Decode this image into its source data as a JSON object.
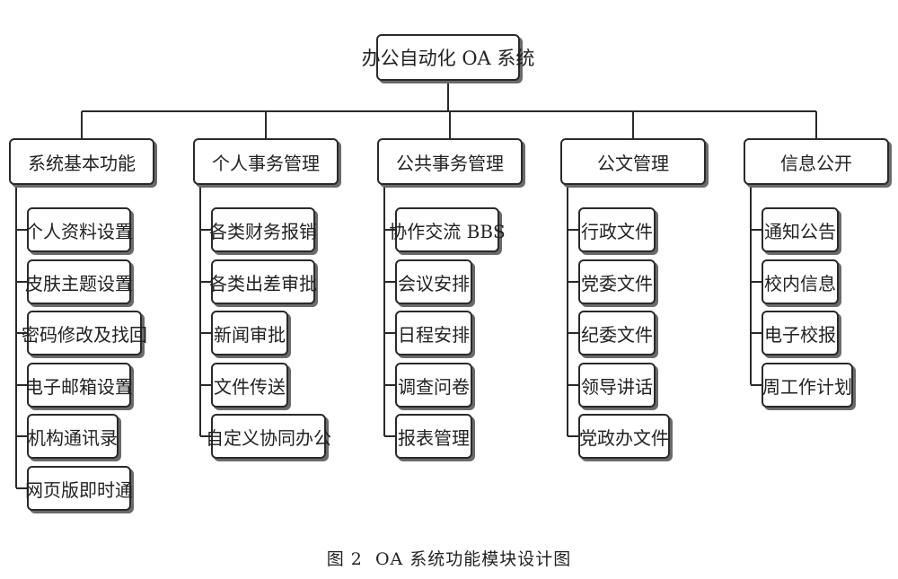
{
  "root": {
    "label": "办公自动化 OA 系统"
  },
  "modules": [
    {
      "label": "系统基本功能",
      "items": [
        "个人资料设置",
        "皮肤主题设置",
        "密码修改及找回",
        "电子邮箱设置",
        "机构通讯录",
        "网页版即时通"
      ]
    },
    {
      "label": "个人事务管理",
      "items": [
        "各类财务报销",
        "各类出差审批",
        "新闻审批",
        "文件传送",
        "自定义协同办公"
      ]
    },
    {
      "label": "公共事务管理",
      "items": [
        "协作交流 BBS",
        "会议安排",
        "日程安排",
        "调查问卷",
        "报表管理"
      ]
    },
    {
      "label": "公文管理",
      "items": [
        "行政文件",
        "党委文件",
        "纪委文件",
        "领导讲话",
        "党政办文件"
      ]
    },
    {
      "label": "信息公开",
      "items": [
        "通知公告",
        "校内信息",
        "电子校报",
        "周工作计划"
      ]
    }
  ],
  "caption": {
    "figure_no": "图 2",
    "title": "OA 系统功能模块设计图"
  }
}
